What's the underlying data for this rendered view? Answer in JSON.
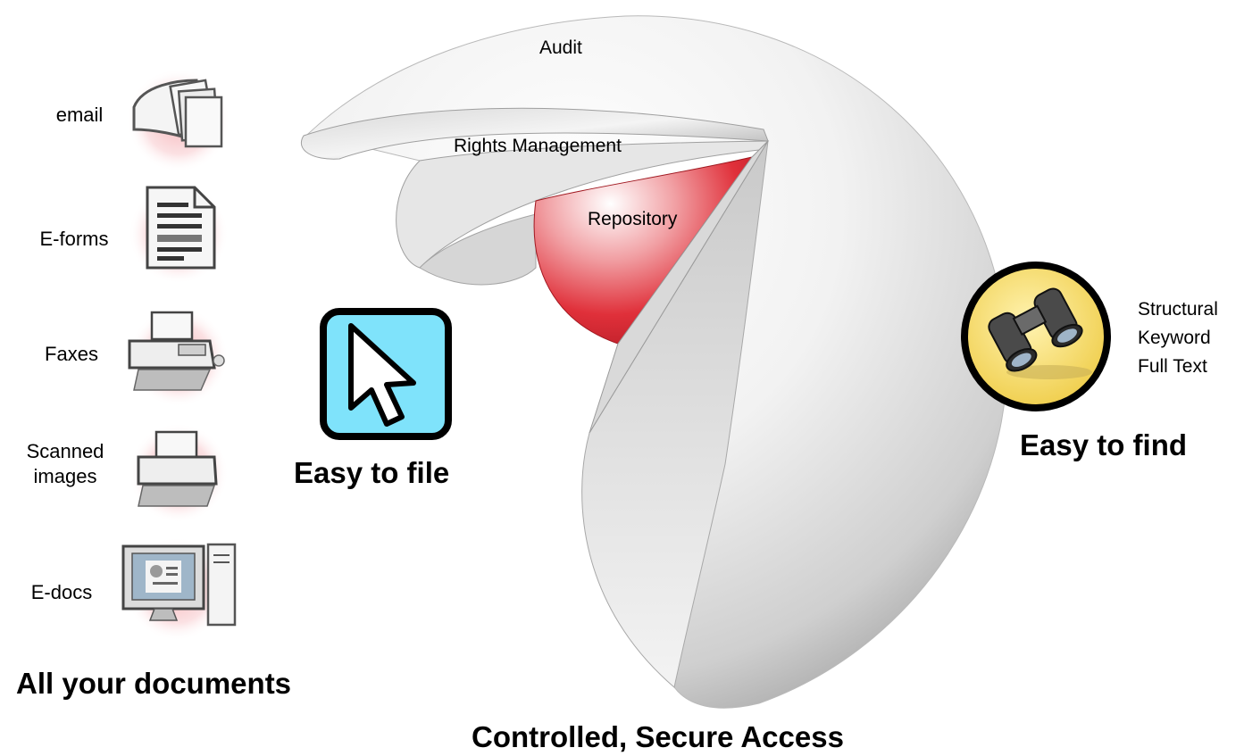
{
  "sources": {
    "items": [
      {
        "label": "email",
        "icon": "email-stack-icon"
      },
      {
        "label": "E-forms",
        "icon": "form-document-icon"
      },
      {
        "label": "Faxes",
        "icon": "fax-machine-icon"
      },
      {
        "label": "Scanned\nimages",
        "icon": "scanner-icon"
      },
      {
        "label": "E-docs",
        "icon": "desktop-computer-icon"
      }
    ],
    "caption": "All your documents"
  },
  "sphere": {
    "layers": [
      "Audit",
      "Rights Management",
      "Repository"
    ],
    "caption": "Controlled, Secure Access",
    "core_color": "#e0303a"
  },
  "file": {
    "caption": "Easy to file",
    "icon": "cursor-arrow-icon",
    "color": "#7fe3fb"
  },
  "find": {
    "caption": "Easy to find",
    "icon": "binoculars-icon",
    "color": "#f6dc6c",
    "search_types": [
      "Structural",
      "Keyword",
      "Full Text"
    ]
  }
}
